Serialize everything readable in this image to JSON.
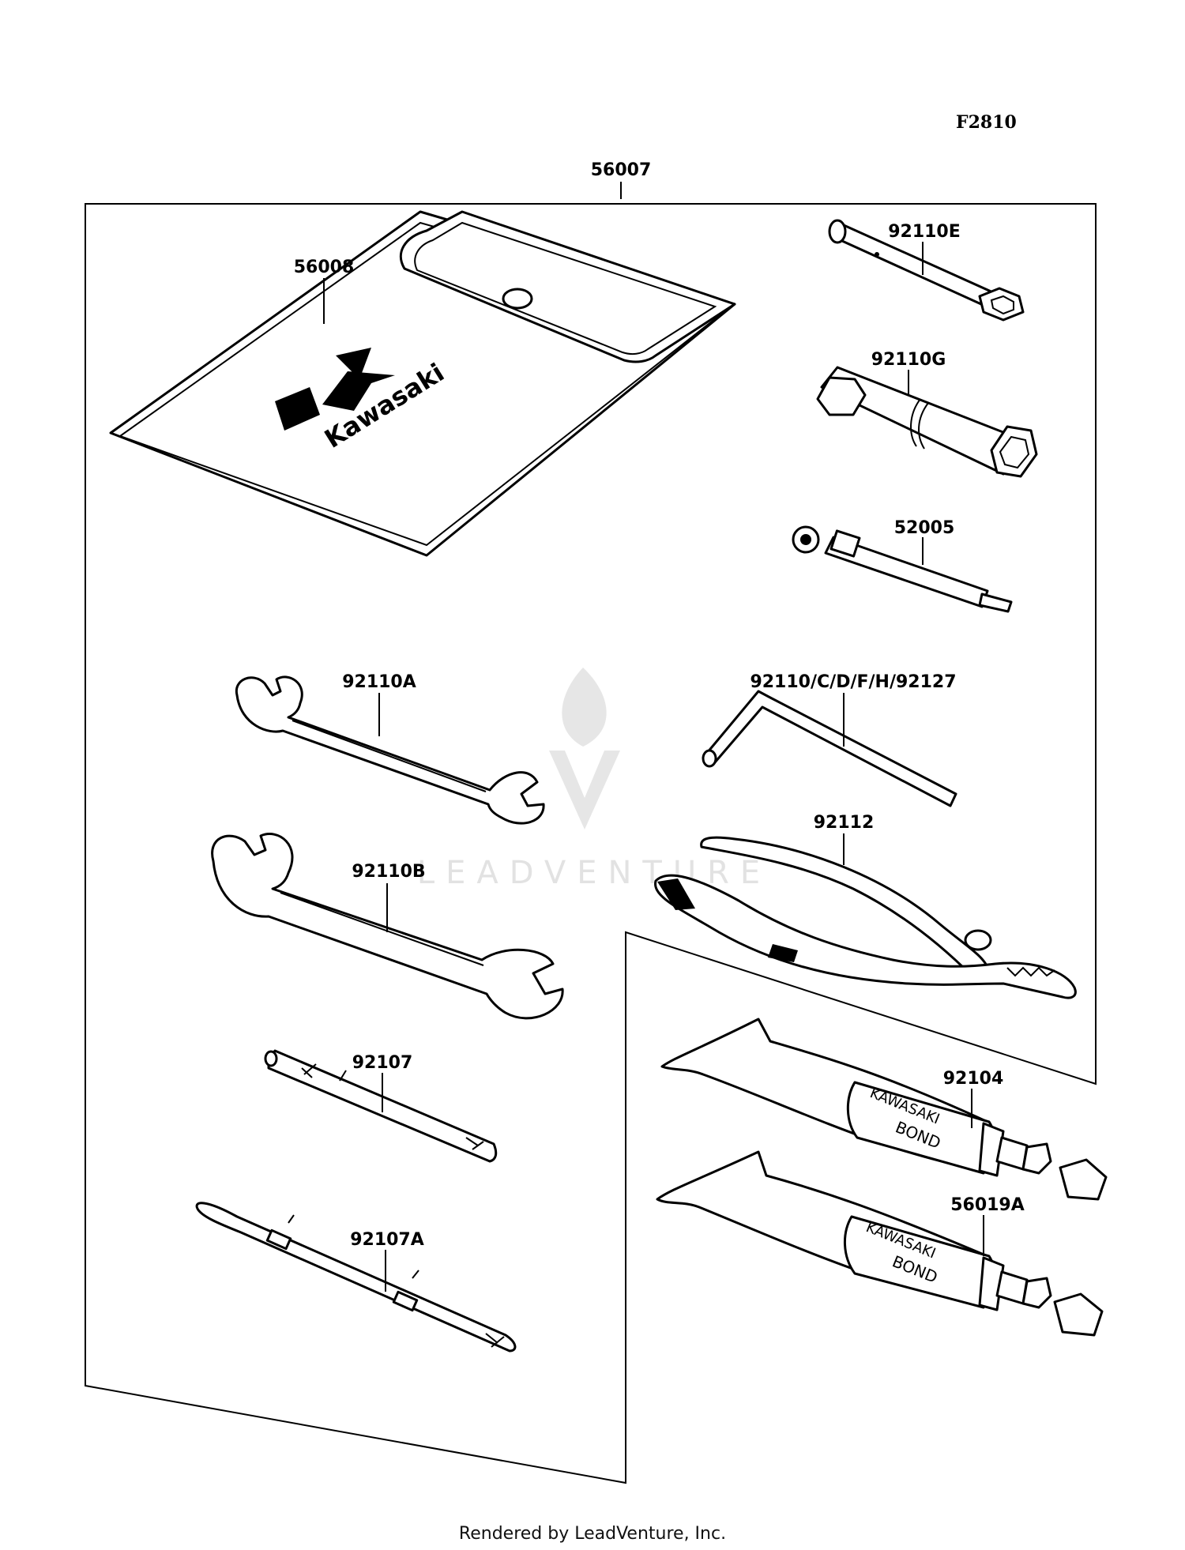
{
  "figure_code": "F2810",
  "assembly_number": "56007",
  "parts": [
    {
      "number": "56008"
    },
    {
      "number": "92110E"
    },
    {
      "number": "92110G"
    },
    {
      "number": "52005"
    },
    {
      "number": "92110A"
    },
    {
      "number": "92110/C/D/F/H/92127"
    },
    {
      "number": "92110B"
    },
    {
      "number": "92112"
    },
    {
      "number": "92107"
    },
    {
      "number": "92104"
    },
    {
      "number": "92107A"
    },
    {
      "number": "56019A"
    }
  ],
  "pouch_logo_text": "Kawasaki",
  "tube_print": {
    "line1": "KAWASAKI",
    "line2": "BOND"
  },
  "watermark_text": "LEADVENTURE",
  "footer": "Rendered by LeadVenture, Inc."
}
